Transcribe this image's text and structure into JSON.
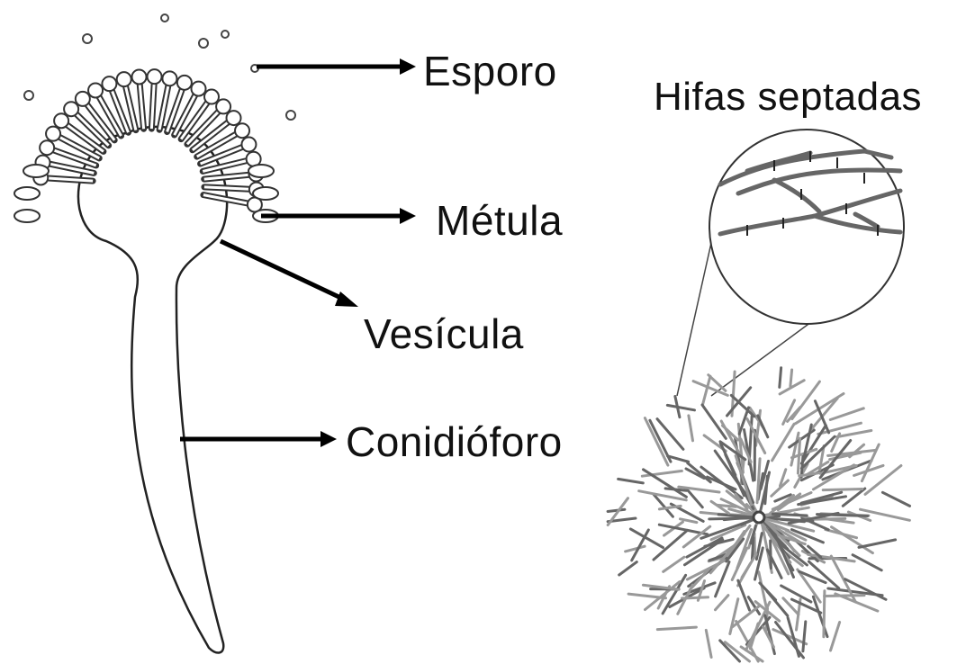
{
  "labels": {
    "esporo": "Esporo",
    "metula": "Métula",
    "vesicula": "Vesícula",
    "conidioforo": "Conidióforo",
    "hifas": "Hifas septadas"
  },
  "colors": {
    "line": "#222222",
    "arrow": "#000000",
    "fill": "#ffffff",
    "hypha": "#555555"
  }
}
